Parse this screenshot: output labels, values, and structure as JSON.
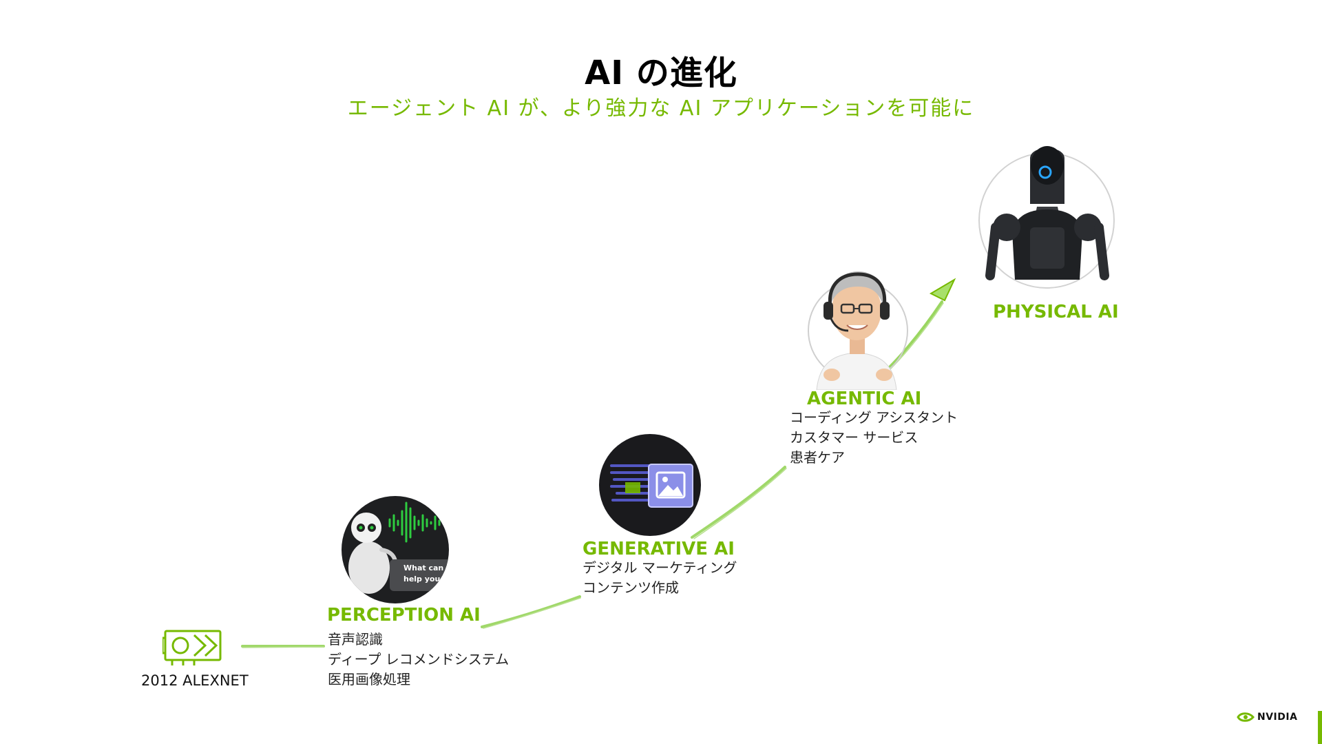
{
  "header": {
    "title": "AI の進化",
    "subtitle": "エージェント AI が、より強力な AI アプリケーションを可能に"
  },
  "alexnet": {
    "label": "2012 ALEXNET"
  },
  "stages": {
    "perception": {
      "title": "PERCEPTION AI",
      "items": [
        "音声認識",
        "ディープ レコメンドシステム",
        "医用画像処理"
      ],
      "bubble_line1": "What can I",
      "bubble_line2": "help you w"
    },
    "generative": {
      "title": "GENERATIVE AI",
      "items": [
        "デジタル マーケティング",
        "コンテンツ作成"
      ]
    },
    "agentic": {
      "title": "AGENTIC AI",
      "items": [
        "コーディング アシスタント",
        "カスタマー サービス",
        "患者ケア"
      ]
    },
    "physical": {
      "title": "PHYSICAL AI"
    }
  },
  "brand": {
    "logo_text": "NVIDIA",
    "accent_color": "#76b900"
  }
}
